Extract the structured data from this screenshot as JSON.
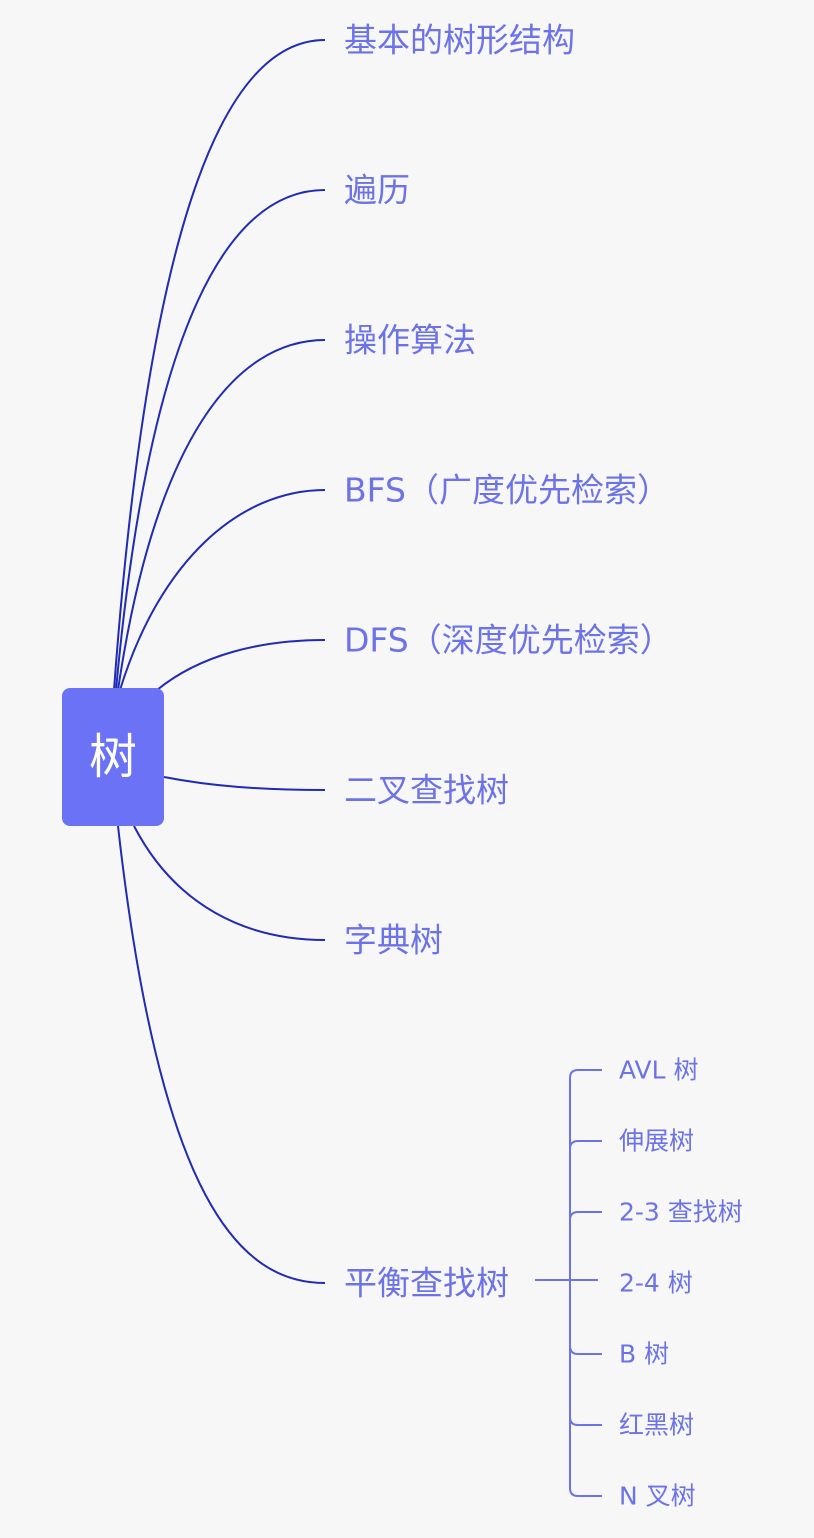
{
  "root": {
    "label": "树"
  },
  "branches": [
    {
      "label": "基本的树形结构"
    },
    {
      "label": "遍历"
    },
    {
      "label": "操作算法"
    },
    {
      "label": "BFS（广度优先检索）"
    },
    {
      "label": "DFS（深度优先检索）"
    },
    {
      "label": "二叉查找树"
    },
    {
      "label": "字典树"
    },
    {
      "label": "平衡查找树",
      "children": [
        {
          "label": "AVL 树"
        },
        {
          "label": "伸展树"
        },
        {
          "label": "2-3 查找树"
        },
        {
          "label": "2-4 树"
        },
        {
          "label": "B 树"
        },
        {
          "label": "红黑树"
        },
        {
          "label": "N 叉树"
        }
      ]
    }
  ],
  "colors": {
    "root_fill": "#6b72f5",
    "root_text": "#ffffff",
    "branch_line": "#1f2bb4",
    "child_line": "#6c72e8",
    "node_text": "#6c72e8",
    "background": "#f7f7f7"
  }
}
